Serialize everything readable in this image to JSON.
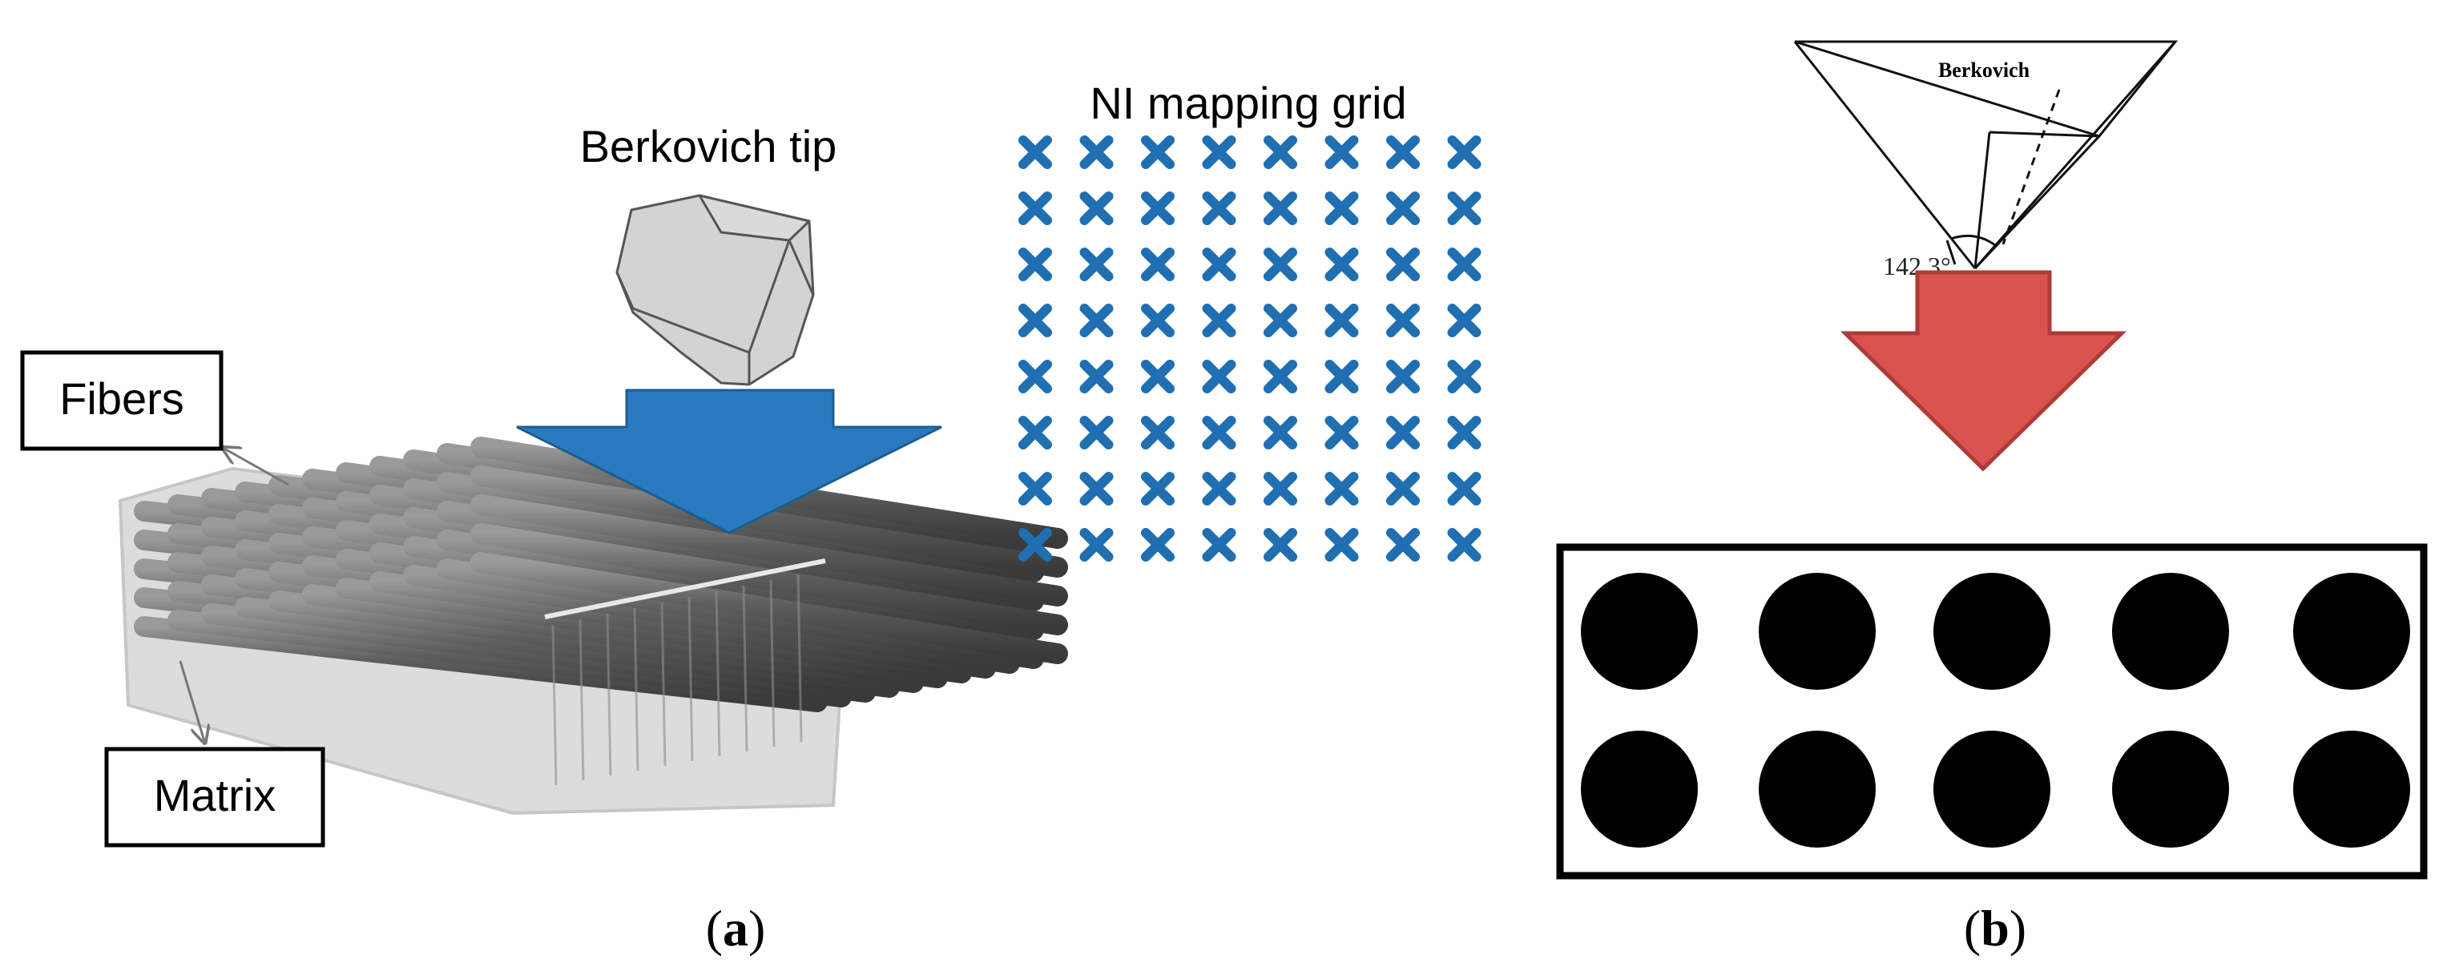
{
  "panel_a": {
    "label_open": "(",
    "label_letter": "a",
    "label_close": ")",
    "tip_label": "Berkovich tip",
    "grid_title": "NI mapping grid",
    "fibers_label": "Fibers",
    "matrix_label": "Matrix",
    "grid": {
      "rows": 8,
      "cols": 8,
      "marker": "x-marker-icon"
    },
    "colors": {
      "arrow": "#2b7ac0",
      "marker": "#1f6fb2",
      "tip_fill": "#d3d3d3"
    }
  },
  "panel_b": {
    "label_open": "(",
    "label_letter": "b",
    "label_close": ")",
    "tip_label": "Berkovich",
    "angle_label": "142.3°",
    "fiber_grid": {
      "rows": 2,
      "cols": 5
    },
    "colors": {
      "arrow": "#d9534f",
      "arrow_edge": "#b03a36",
      "fiber": "#000000"
    }
  }
}
